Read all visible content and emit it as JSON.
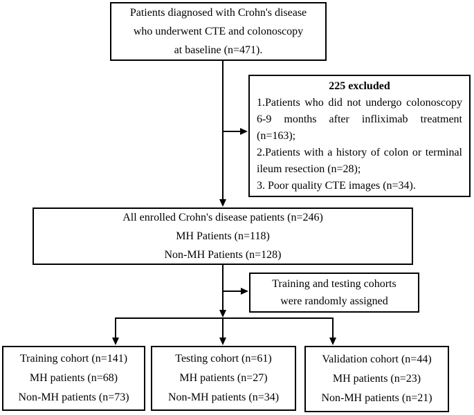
{
  "figure": {
    "type": "patient-flow-diagram",
    "colors": {
      "line": "#000000",
      "text": "#000000",
      "background": "#ffffff"
    },
    "baseline": {
      "line1": "Patients diagnosed with Crohn's disease",
      "line2": "who underwent CTE and colonoscopy",
      "line3": "at baseline (n=471)."
    },
    "excluded": {
      "title": "225 excluded",
      "item1": "1.Patients who did not undergo colonoscopy 6-9 months after infliximab treatment (n=163);",
      "item2": "2.Patients with a history of colon or terminal ileum resection (n=28);",
      "item3": "3. Poor quality CTE images (n=34)."
    },
    "enrolled": {
      "line1": "All enrolled Crohn's disease patients (n=246)",
      "line2": "MH Patients (n=118)",
      "line3": "Non-MH Patients (n=128)"
    },
    "randomized": {
      "line1": "Training and testing cohorts",
      "line2": "were randomly assigned"
    },
    "training": {
      "line1": "Training cohort (n=141)",
      "line2": "MH patients (n=68)",
      "line3": "Non-MH patients (n=73)"
    },
    "testing": {
      "line1": "Testing cohort (n=61)",
      "line2": "MH patients (n=27)",
      "line3": "Non-MH patients (n=34)"
    },
    "validation": {
      "line1": "Validation cohort (n=44)",
      "line2": "MH patients (n=23)",
      "line3": "Non-MH patients (n=21)"
    }
  }
}
